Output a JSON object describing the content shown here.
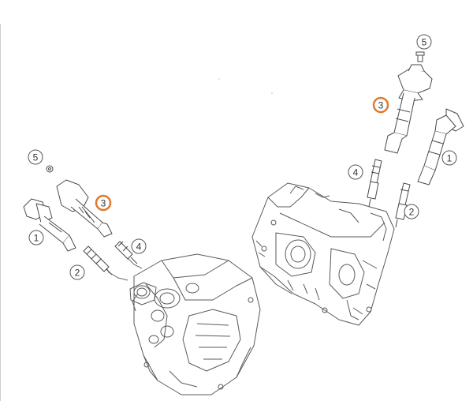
{
  "callouts": [
    {
      "id": "c5-right",
      "label": "5",
      "highlight": false
    },
    {
      "id": "c3-right",
      "label": "3",
      "highlight": true
    },
    {
      "id": "c1-right",
      "label": "1",
      "highlight": false
    },
    {
      "id": "c4-right",
      "label": "4",
      "highlight": false
    },
    {
      "id": "c2-right",
      "label": "2",
      "highlight": false
    },
    {
      "id": "c5-left",
      "label": "5",
      "highlight": false
    },
    {
      "id": "c3-left",
      "label": "3",
      "highlight": true
    },
    {
      "id": "c1-left",
      "label": "1",
      "highlight": false
    },
    {
      "id": "c4-left",
      "label": "4",
      "highlight": false
    },
    {
      "id": "c2-left",
      "label": "2",
      "highlight": false
    }
  ],
  "colors": {
    "line": "#4a4a4a",
    "light_line": "#8a8a8a",
    "highlight": "#e07a2e",
    "callout_border": "#555555",
    "background": "#ffffff"
  }
}
